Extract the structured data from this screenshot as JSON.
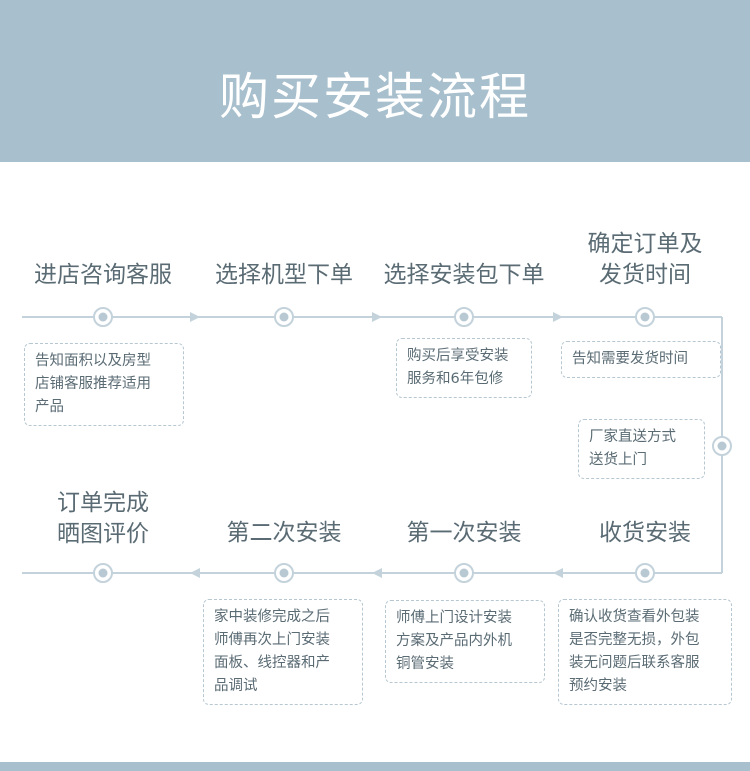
{
  "header": {
    "title": "购买安装流程"
  },
  "steps": [
    {
      "title": [
        "进店咨询客服"
      ],
      "note": [
        "告知面积以及房型",
        "店铺客服推荐适用",
        "产品"
      ]
    },
    {
      "title": [
        "选择机型下单"
      ]
    },
    {
      "title": [
        "选择安装包下单"
      ],
      "note": [
        "购买后享受安装",
        "服务和6年包修"
      ]
    },
    {
      "title": [
        "确定订单及",
        "发货时间"
      ],
      "note": [
        "告知需要发货时间"
      ]
    },
    {
      "title": [
        "收货安装"
      ],
      "note": [
        "确认收货查看外包装",
        "是否完整无损，外包",
        "装无问题后联系客服",
        "预约安装"
      ]
    },
    {
      "title": [
        "第一次安装"
      ],
      "note": [
        "师傅上门设计安装",
        "方案及产品内外机",
        "铜管安装"
      ]
    },
    {
      "title": [
        "第二次安装"
      ],
      "note": [
        "家中装修完成之后",
        "师傅再次上门安装",
        "面板、线控器和产",
        "品调试"
      ]
    },
    {
      "title": [
        "订单完成",
        "晒图评价"
      ]
    }
  ],
  "connector_note": [
    "厂家直送方式",
    "送货上门"
  ],
  "colors": {
    "banner": "#a8bfcd",
    "line": "#c3d2db",
    "text": "#5a6b74"
  }
}
